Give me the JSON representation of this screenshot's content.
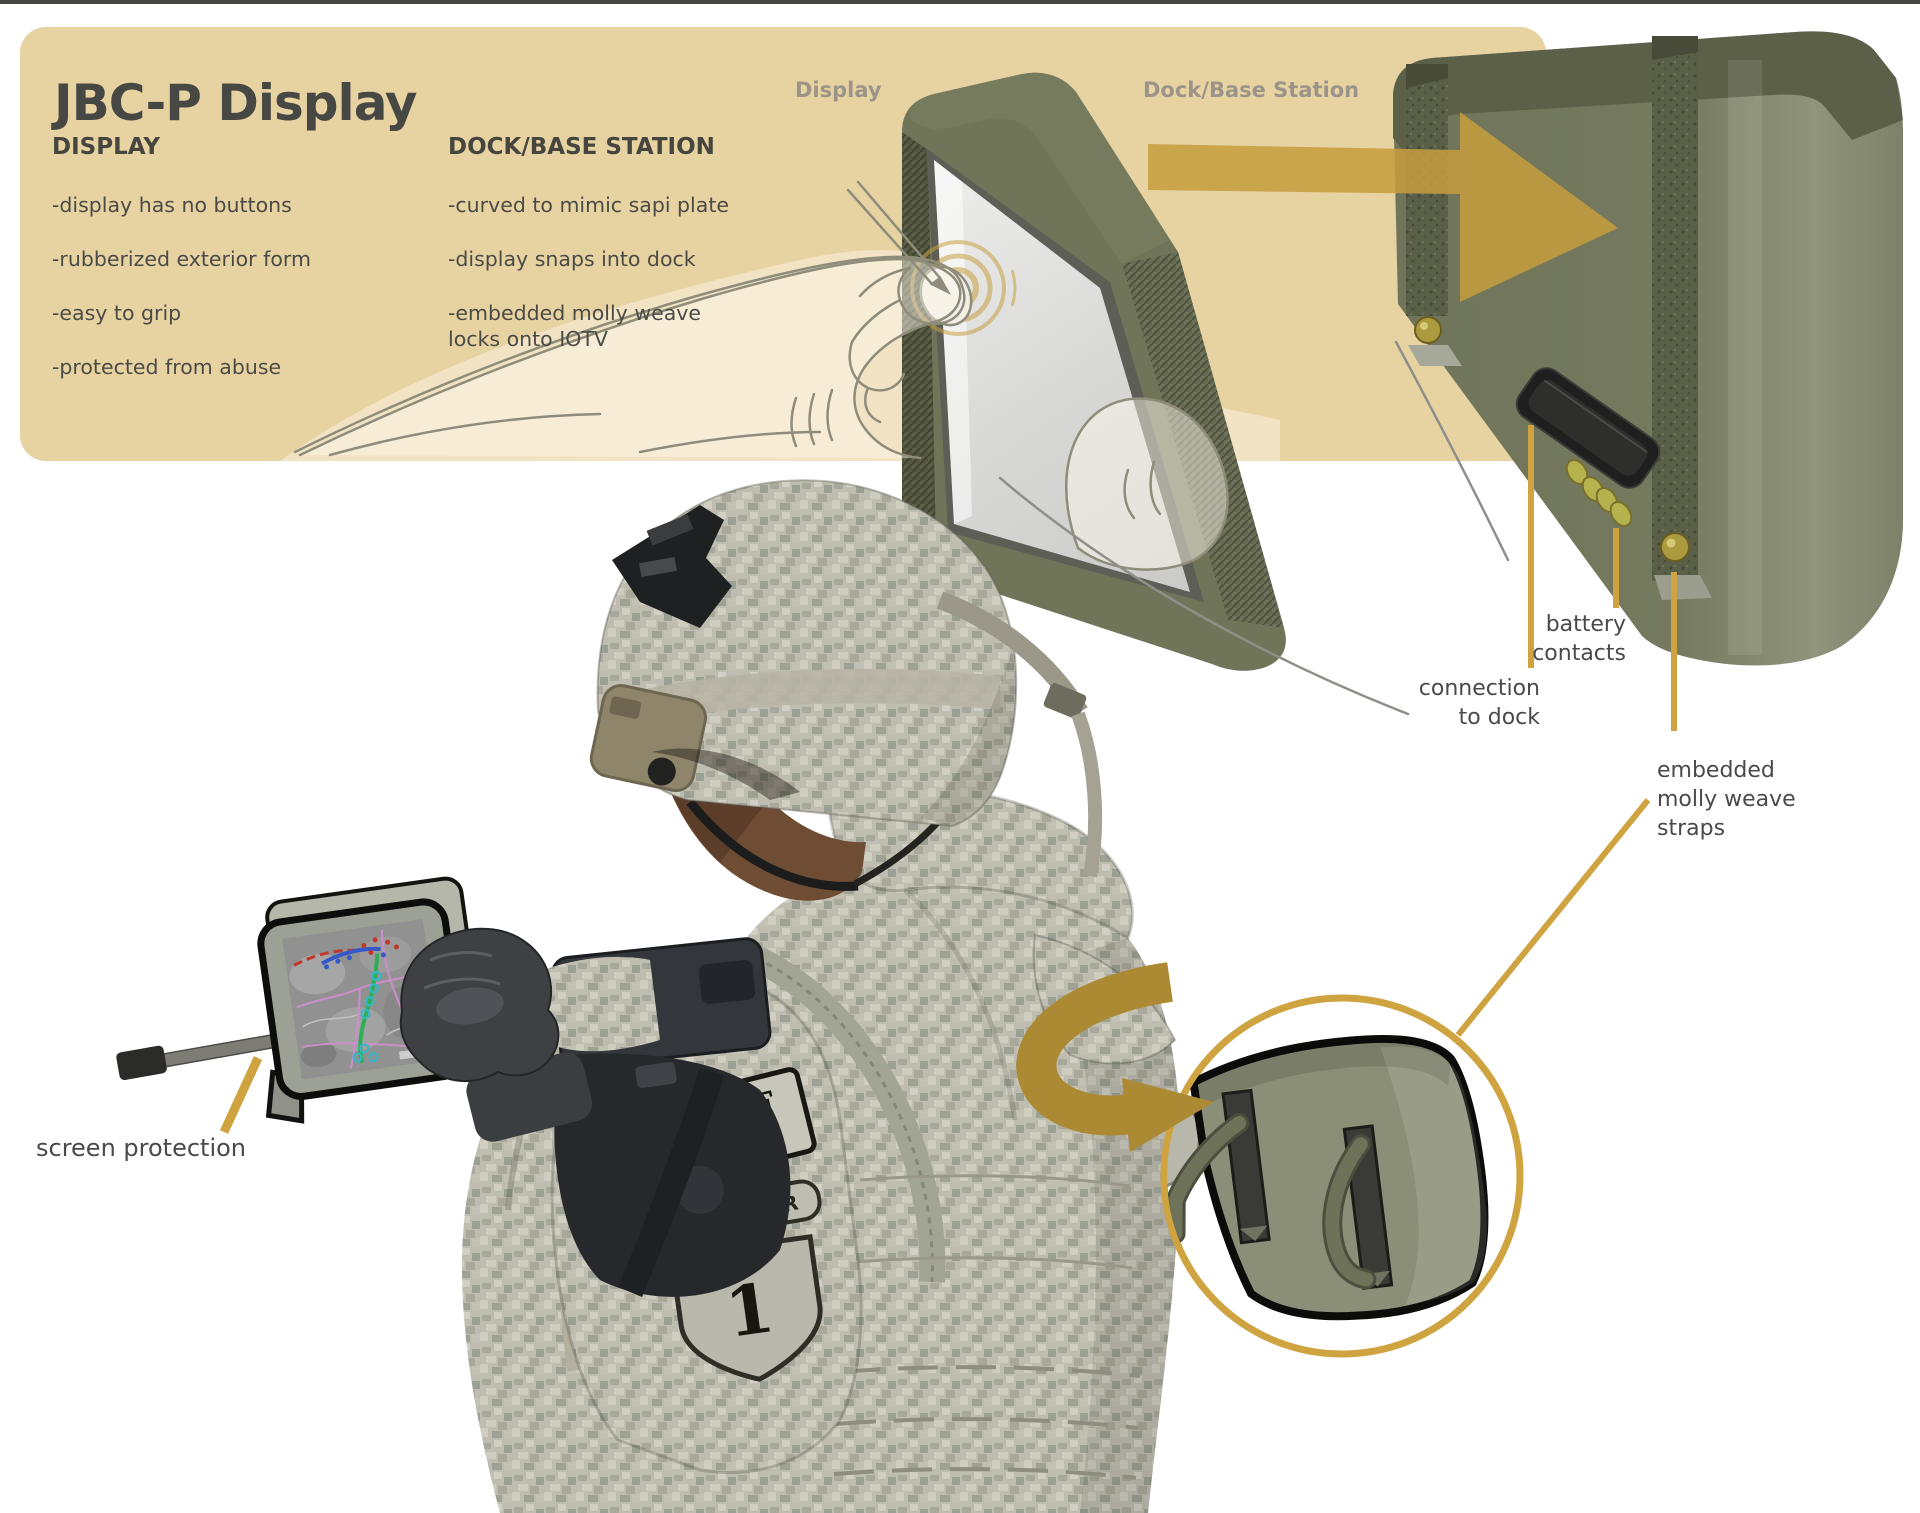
{
  "colors": {
    "panel_bg": "#e7d2a2",
    "accent_gold": "#cda23f",
    "arrow_gold": "#c69d3e",
    "olive_front": "#72775d",
    "olive_back": "#8e927b",
    "text_dark": "#4a4a46",
    "figure_label_gray": "#9c9488"
  },
  "panel": {
    "title": "JBC-P Display",
    "display_column": {
      "header": "DISPLAY",
      "items": [
        "-display has no buttons",
        "-rubberized  exterior form",
        "-easy to grip",
        "-protected from abuse"
      ]
    },
    "dock_column": {
      "header": "DOCK/BASE STATION",
      "items": [
        "-curved to mimic sapi plate",
        "-display snaps into dock",
        "-embedded molly weave\nlocks onto IOTV"
      ]
    }
  },
  "figure_labels": {
    "display": "Display",
    "dock": "Dock/Base Station"
  },
  "callouts": {
    "battery_contacts": "battery\ncontacts",
    "connection_to_dock": "connection\nto dock",
    "molle_straps": "embedded\nmolly weave\nstraps",
    "screen_protection": "screen protection"
  },
  "patches": {
    "isaf": "ISAF",
    "ranger": "RANGER",
    "division_number": "1"
  }
}
